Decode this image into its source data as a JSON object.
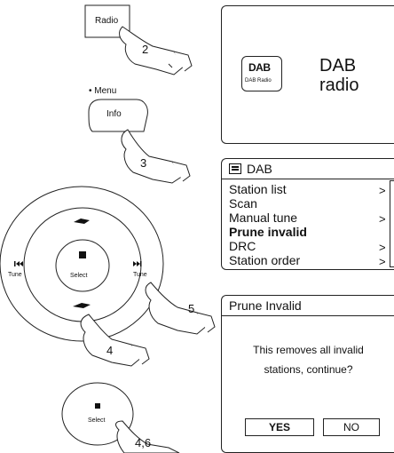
{
  "steps": {
    "radio_button": "Radio",
    "step_2": "2",
    "menu_label": "• Menu",
    "info_button": "Info",
    "step_3": "3",
    "tune_left": "Tune",
    "tune_right": "Tune",
    "select_center": "Select",
    "step_5": "5",
    "step_4": "4",
    "select_button": "Select",
    "step_4_6": "4,6"
  },
  "screen1": {
    "logo_mark": "DAB",
    "logo_caption": "DAB Radio",
    "title_line1": "DAB",
    "title_line2": "radio"
  },
  "screen2": {
    "header": "DAB",
    "items": [
      {
        "label": "Station list",
        "arrow": ">"
      },
      {
        "label": "Scan",
        "arrow": ""
      },
      {
        "label": "Manual tune",
        "arrow": ">"
      },
      {
        "label": "Prune invalid",
        "arrow": ""
      },
      {
        "label": "DRC",
        "arrow": ">"
      },
      {
        "label": "Station order",
        "arrow": ">"
      }
    ]
  },
  "screen3": {
    "header": "Prune Invalid",
    "message_line1": "This removes all invalid",
    "message_line2": "stations, continue?",
    "yes_label": "YES",
    "no_label": "NO"
  }
}
